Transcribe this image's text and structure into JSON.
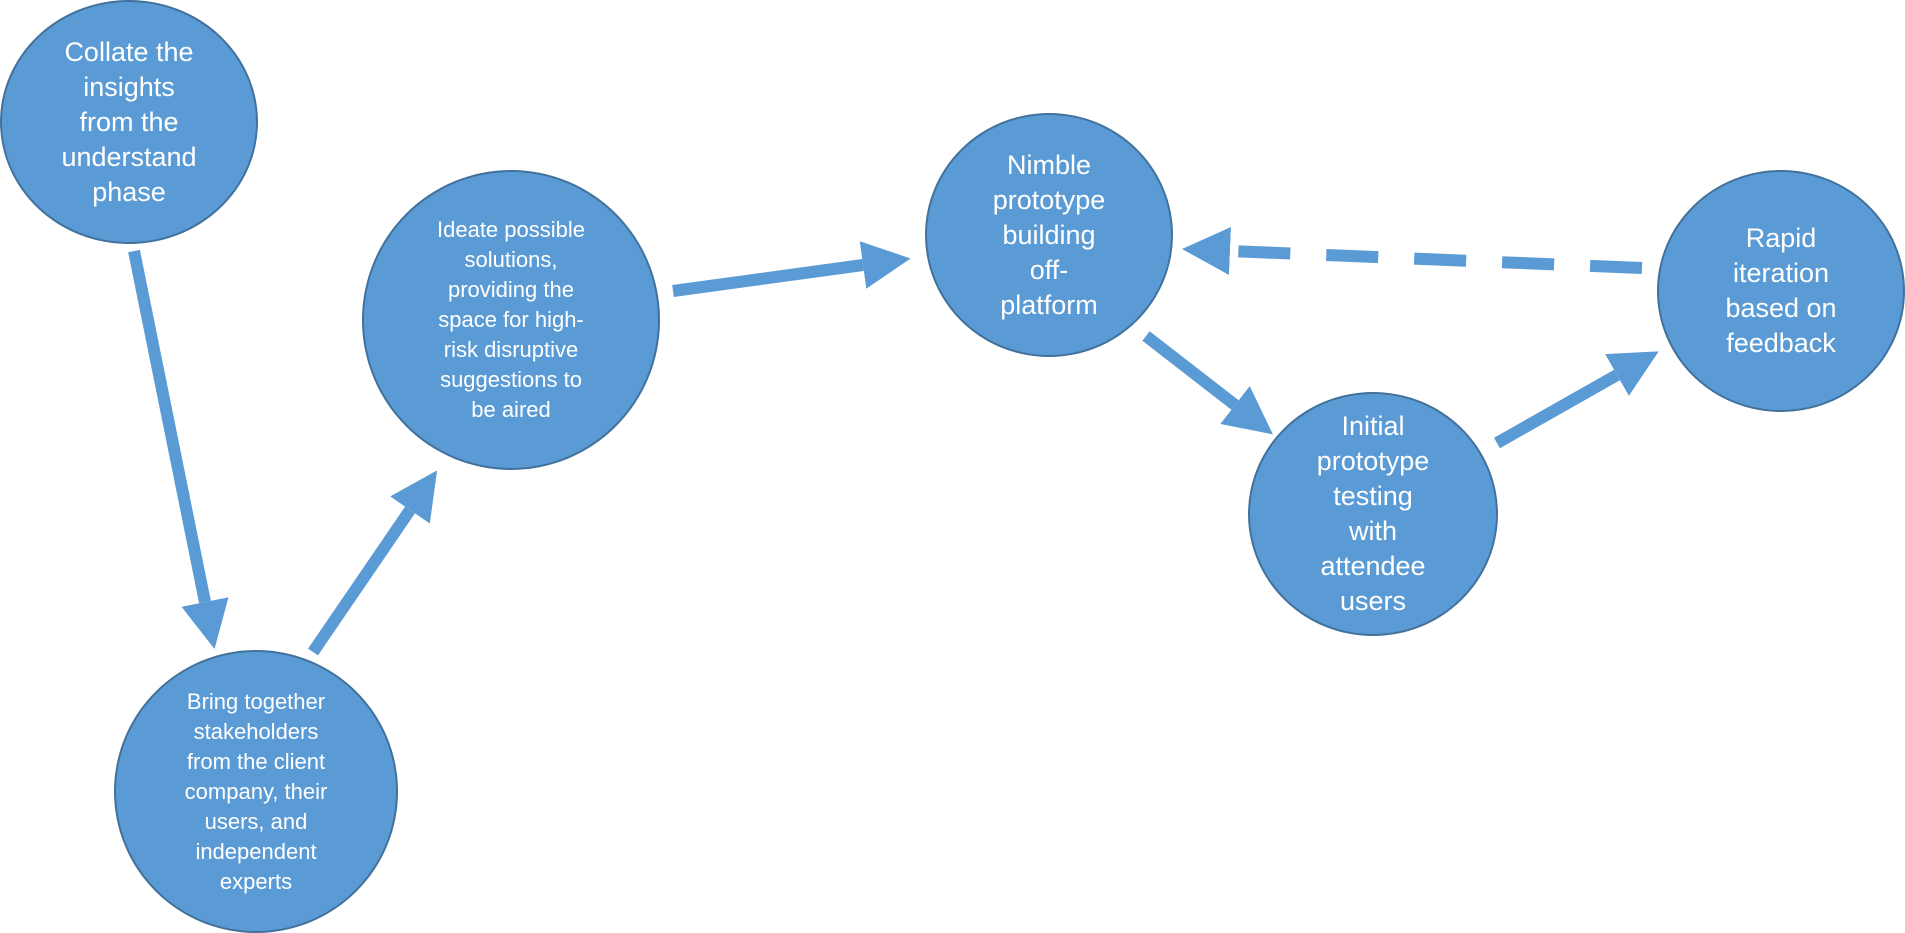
{
  "colors": {
    "node_fill": "#5b9bd5",
    "node_border": "#41719c",
    "arrow": "#5b9bd5",
    "text": "#ffffff"
  },
  "nodes": [
    {
      "id": "n1",
      "label": "Collate the\ninsights\nfrom the\nunderstand\nphase"
    },
    {
      "id": "n2",
      "label": "Bring together\nstakeholders\nfrom the client\ncompany, their\nusers, and\nindependent\nexperts"
    },
    {
      "id": "n3",
      "label": "Ideate possible\nsolutions,\nproviding the\nspace for high-\nrisk disruptive\nsuggestions to\nbe aired"
    },
    {
      "id": "n4",
      "label": "Nimble\nprototype\nbuilding\noff-\nplatform"
    },
    {
      "id": "n5",
      "label": "Initial\nprototype\ntesting\nwith\nattendee\nusers"
    },
    {
      "id": "n6",
      "label": "Rapid\niteration\nbased on\nfeedback"
    }
  ],
  "edges": [
    {
      "from": "n1",
      "to": "n2",
      "style": "solid"
    },
    {
      "from": "n2",
      "to": "n3",
      "style": "solid"
    },
    {
      "from": "n3",
      "to": "n4",
      "style": "solid"
    },
    {
      "from": "n4",
      "to": "n5",
      "style": "solid"
    },
    {
      "from": "n5",
      "to": "n6",
      "style": "solid"
    },
    {
      "from": "n6",
      "to": "n4",
      "style": "dashed"
    }
  ]
}
